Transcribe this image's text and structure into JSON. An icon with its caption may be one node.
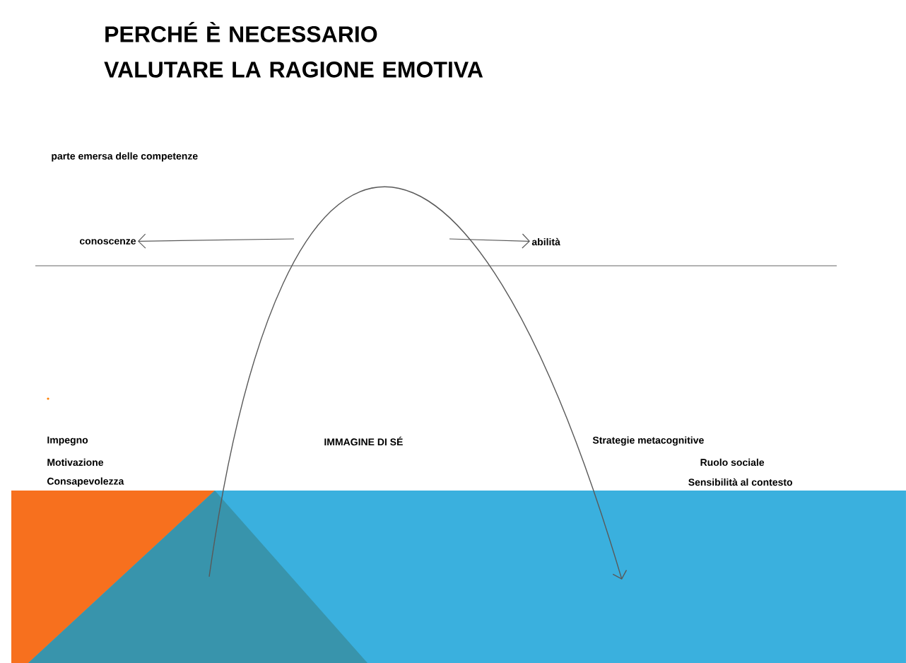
{
  "diagram": {
    "title": "PERCHÉ È NECESSARIO VALUTARE LA RAGIONE EMOTIVA",
    "nodes": [
      {
        "text": [
          "conoscenze"
        ]
      },
      {
        "text": [
          "abilità"
        ]
      }
    ],
    "edges": [
      {
        "from": null,
        "to": 0,
        "arrow": "to"
      },
      {
        "from": null,
        "to": 1,
        "arrow": "to"
      }
    ],
    "labels": [
      "parte emersa delle competenze",
      "Impegno",
      "IMMAGINE DI SÉ",
      "Strategie metacognitive",
      "Motivazione",
      "Ruolo sociale",
      "Consapevolezza",
      "Sensibilità al contesto"
    ]
  }
}
